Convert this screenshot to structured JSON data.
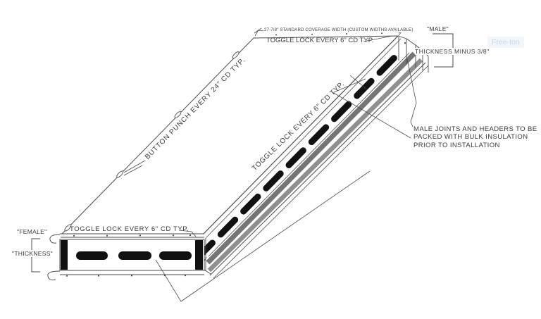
{
  "drawing": {
    "dimension_label": "27-7/8\" STANDARD COVERAGE WIDTH (CUSTOM WIDTHS AVAILABLE)",
    "toggle_lock_top": "TOGGLE LOCK EVERY 6\" CD TYP.",
    "toggle_lock_diagonal": "TOGGLE LOCK EVERY 6\" CD TYP.",
    "toggle_lock_front": "TOGGLE LOCK EVERY 6\" CD TYP.",
    "button_punch": "BUTTON PUNCH EVERY 24\" CD TYP.",
    "male_label": "\"MALE\"",
    "thickness_minus_label": "THICKNESS MINUS 3/8\"",
    "female_label": "\"FEMALE\"",
    "thickness_label": "\"THICKNESS\"",
    "male_joints_note": {
      "line1": "MALE JOINTS AND HEADERS TO BE",
      "line2": "PACKED WITH BULK INSULATION",
      "line3": "PRIOR TO INSTALLATION"
    },
    "watermark": "Free-ton",
    "counts": {
      "male_edge_toggle_slots": 9,
      "front_face_slots": 3,
      "button_punch_ovals": 4
    },
    "colors": {
      "line": "#4a4a4a",
      "slot_black": "#111111",
      "band_dark": "#757575",
      "band_light": "#8f8f8f",
      "text": "#3a3a3a",
      "watermark": "#c9d6e8"
    }
  }
}
